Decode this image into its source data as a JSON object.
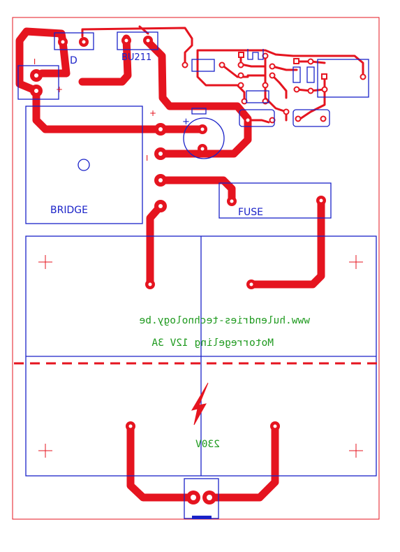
{
  "labels": {
    "diode": "D",
    "transistor": "BU211",
    "bridge": "BRIDGE",
    "fuse": "FUSE",
    "plus_left": "+",
    "minus_left": "I",
    "plus_cap": "+",
    "plus_top": "+",
    "minus_cap": "I",
    "plus_input": "+"
  },
  "copper_text": {
    "website": "www.hulendries-technology.be",
    "title": "Motorregeling 12V 3A",
    "voltage": "230V"
  },
  "colors": {
    "copper": "#e5141f",
    "silkscreen": "#1a22c8",
    "copper_text": "#1f9a1f",
    "board": "#ffffff"
  },
  "icons": {
    "mounting_hole": "circle-outline",
    "high_voltage": "lightning-bolt"
  }
}
